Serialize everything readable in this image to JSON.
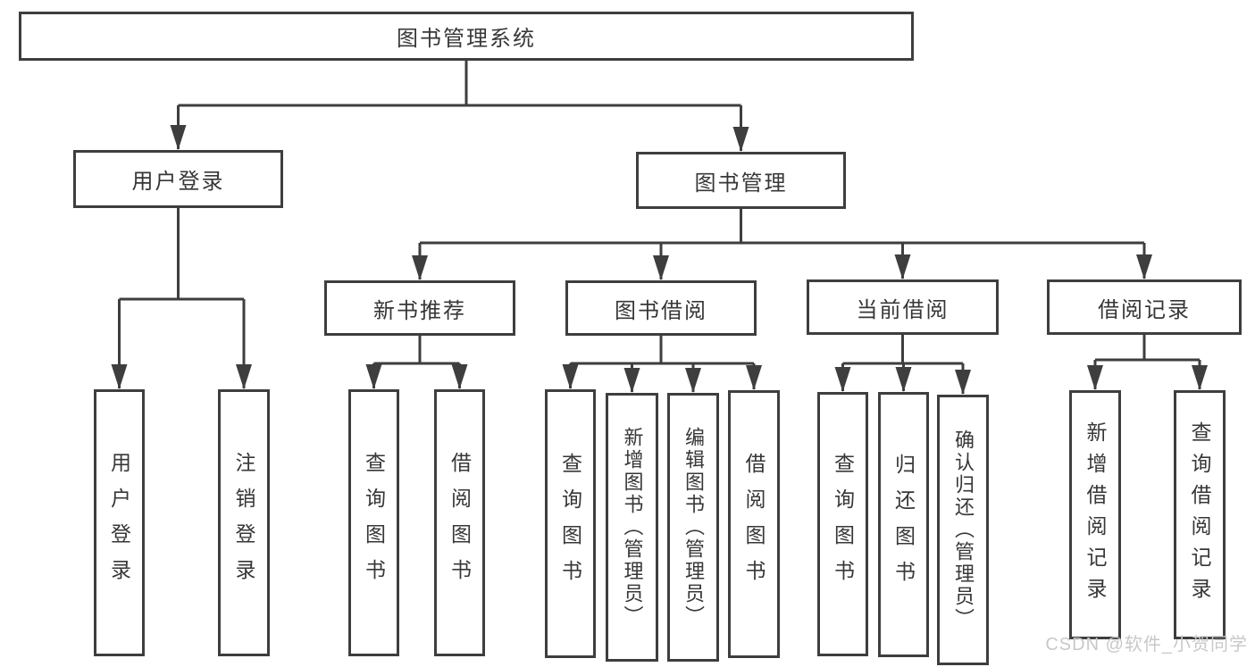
{
  "root": {
    "label": "图书管理系统"
  },
  "branches": [
    {
      "label": "用户登录",
      "children": [
        {
          "label": "用户登录"
        },
        {
          "label": "注销登录"
        }
      ]
    },
    {
      "label": "图书管理",
      "children": [
        {
          "label": "新书推荐",
          "children": [
            {
              "label": "查询图书"
            },
            {
              "label": "借阅图书"
            }
          ]
        },
        {
          "label": "图书借阅",
          "children": [
            {
              "label": "查询图书"
            },
            {
              "label": "新增图书（管理员）"
            },
            {
              "label": "编辑图书（管理员）"
            },
            {
              "label": "借阅图书"
            }
          ]
        },
        {
          "label": "当前借阅",
          "children": [
            {
              "label": "查询图书"
            },
            {
              "label": "归还图书"
            },
            {
              "label": "确认归还（管理员）"
            }
          ]
        },
        {
          "label": "借阅记录",
          "children": [
            {
              "label": "新增借阅记录"
            },
            {
              "label": "查询借阅记录"
            }
          ]
        }
      ]
    }
  ],
  "watermark": {
    "text": "CSDN @软件_小贺同学"
  },
  "colors": {
    "line": "#3e3e3e",
    "text": "#373737",
    "background": "#ffffff",
    "watermark": "#c7c9c8"
  }
}
